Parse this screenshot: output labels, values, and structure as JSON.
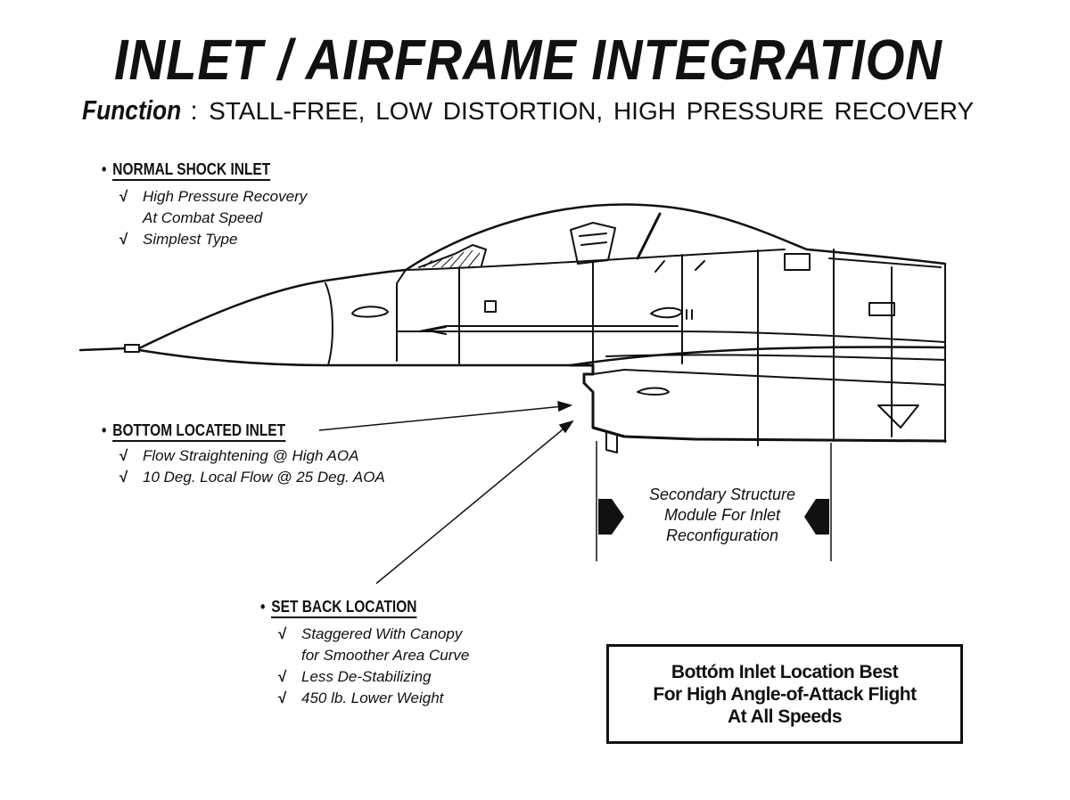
{
  "title": "INLET / AIRFRAME INTEGRATION",
  "function": {
    "label": "Function",
    "colon": ":",
    "text": "STALL-FREE,   LOW DISTORTION,   HIGH PRESSURE RECOVERY"
  },
  "sections": [
    {
      "heading": "NORMAL SHOCK INLET",
      "items": [
        {
          "line1": "High Pressure Recovery",
          "line2": "At Combat Speed"
        },
        {
          "line1": "Simplest Type"
        }
      ]
    },
    {
      "heading": "BOTTOM LOCATED INLET",
      "items": [
        {
          "line1": "Flow Straightening @ High AOA"
        },
        {
          "line1": "10 Deg. Local Flow @ 25 Deg. AOA"
        }
      ]
    },
    {
      "heading": "SET BACK LOCATION",
      "items": [
        {
          "line1": "Staggered With Canopy",
          "line2": "for Smoother Area Curve"
        },
        {
          "line1": "Less De-Stabilizing"
        },
        {
          "line1": "450 lb. Lower Weight"
        }
      ]
    }
  ],
  "bullet": "•",
  "check_mark": "√",
  "secondary_structure": {
    "line1": "Secondary Structure",
    "line2": "Module For Inlet",
    "line3": "Reconfiguration"
  },
  "conclusion": {
    "line1": "Bottóm Inlet Location Best",
    "line2": "For High Angle-of-Attack Flight",
    "line3": "At All Speeds"
  }
}
